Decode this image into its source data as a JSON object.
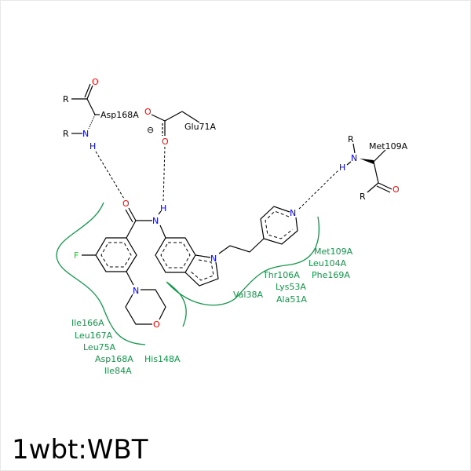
{
  "title": "1wbt:WBT",
  "colors": {
    "carbon": "#000000",
    "oxygen": "#ff0000",
    "nitrogen": "#0000ff",
    "fluorine": "#00dd00",
    "residue_contact": "#13964a"
  },
  "atoms": {
    "O": "O",
    "N": "N",
    "H": "H",
    "F": "F",
    "R": "R",
    "charge": "⊖"
  },
  "hbond_residues": {
    "asp": "Asp168A",
    "glu": "Glu71A",
    "met": "Met109A"
  },
  "contact_residues": {
    "left": [
      "Ile166A",
      "Leu167A",
      "Leu75A",
      "Asp168A",
      "His148A",
      "Ile84A"
    ],
    "right": [
      "Met109A",
      "Leu104A",
      "Thr106A",
      "Phe169A",
      "Lys53A",
      "Ala51A",
      "Val38A"
    ]
  }
}
